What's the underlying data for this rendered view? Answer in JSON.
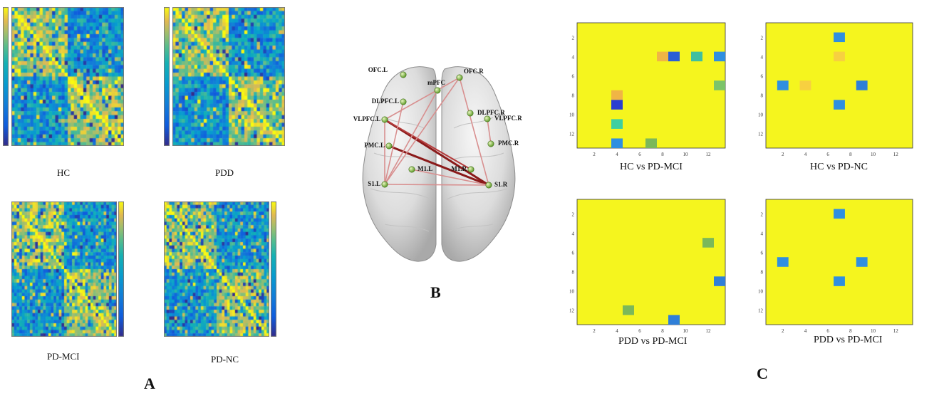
{
  "panels": {
    "a": "A",
    "b": "B",
    "c": "C"
  },
  "panel_a": {
    "matrices": [
      {
        "label": "HC",
        "colorbar_side": "left"
      },
      {
        "label": "PDD",
        "colorbar_side": "left"
      },
      {
        "label": "PD-MCI",
        "colorbar_side": "right"
      },
      {
        "label": "PD-NC",
        "colorbar_side": "right"
      }
    ]
  },
  "panel_b": {
    "nodes": [
      {
        "id": "ofc_l",
        "label": "OFC.L"
      },
      {
        "id": "ofc_r",
        "label": "OFC.R"
      },
      {
        "id": "mpfc",
        "label": "mPFC"
      },
      {
        "id": "dlpfc_l",
        "label": "DLPFC.L"
      },
      {
        "id": "dlpfc_r",
        "label": "DLPFC.R"
      },
      {
        "id": "vlpfc_l",
        "label": "VLPFC.L"
      },
      {
        "id": "vlpfc_r",
        "label": "VLPFC.R"
      },
      {
        "id": "pmc_l",
        "label": "PMC.L"
      },
      {
        "id": "pmc_r",
        "label": "PMC.R"
      },
      {
        "id": "m1_l",
        "label": "M1.L"
      },
      {
        "id": "m1_r",
        "label": "M1.R"
      },
      {
        "id": "s1_l",
        "label": "S1.L"
      },
      {
        "id": "s1_r",
        "label": "S1.R"
      }
    ],
    "edges": [
      {
        "from": "vlpfc_l",
        "to": "s1_r",
        "strength": "strong"
      },
      {
        "from": "pmc_l",
        "to": "s1_r",
        "strength": "strong"
      },
      {
        "from": "vlpfc_l",
        "to": "m1_r",
        "strength": "medium"
      },
      {
        "from": "vlpfc_l",
        "to": "ofc_r",
        "strength": "weak"
      },
      {
        "from": "s1_l",
        "to": "ofc_r",
        "strength": "weak"
      },
      {
        "from": "vlpfc_l",
        "to": "s1_l",
        "strength": "weak"
      },
      {
        "from": "s1_l",
        "to": "s1_r",
        "strength": "weak"
      },
      {
        "from": "m1_l",
        "to": "s1_r",
        "strength": "weak"
      },
      {
        "from": "ofc_r",
        "to": "s1_r",
        "strength": "weak"
      },
      {
        "from": "vlpfc_r",
        "to": "pmc_r",
        "strength": "weak"
      },
      {
        "from": "dlpfc_l",
        "to": "s1_l",
        "strength": "weak"
      },
      {
        "from": "mpfc",
        "to": "s1_l",
        "strength": "weak"
      }
    ]
  },
  "panel_c": {
    "axis_ticks": [
      "2",
      "4",
      "6",
      "8",
      "10",
      "12"
    ],
    "grid_size": 13,
    "background_color": "#f5f51e",
    "charts": [
      {
        "title": "HC vs PD-MCI",
        "cells": [
          {
            "row": 4,
            "col": 8,
            "color": "#f0b545"
          },
          {
            "row": 4,
            "col": 9,
            "color": "#2a5fd6"
          },
          {
            "row": 4,
            "col": 11,
            "color": "#3fbfa0"
          },
          {
            "row": 4,
            "col": 13,
            "color": "#2f8fe0"
          },
          {
            "row": 7,
            "col": 13,
            "color": "#7bc46a"
          },
          {
            "row": 8,
            "col": 4,
            "color": "#f0b545"
          },
          {
            "row": 9,
            "col": 4,
            "color": "#2a3fd0"
          },
          {
            "row": 11,
            "col": 4,
            "color": "#3fcfa0"
          },
          {
            "row": 13,
            "col": 4,
            "color": "#2f8fe0"
          },
          {
            "row": 13,
            "col": 7,
            "color": "#7bb85a"
          }
        ]
      },
      {
        "title": "HC vs PD-NC",
        "cells": [
          {
            "row": 2,
            "col": 7,
            "color": "#2f8fe0"
          },
          {
            "row": 4,
            "col": 7,
            "color": "#f7d040"
          },
          {
            "row": 7,
            "col": 2,
            "color": "#2f8fe0"
          },
          {
            "row": 7,
            "col": 4,
            "color": "#f7d040"
          },
          {
            "row": 7,
            "col": 9,
            "color": "#2f7fd8"
          },
          {
            "row": 9,
            "col": 7,
            "color": "#2f8fe0"
          }
        ]
      },
      {
        "title": "PDD vs PD-MCI",
        "cells": [
          {
            "row": 5,
            "col": 12,
            "color": "#7bb85a"
          },
          {
            "row": 9,
            "col": 13,
            "color": "#2f7fd8"
          },
          {
            "row": 12,
            "col": 5,
            "color": "#7bb85a"
          },
          {
            "row": 13,
            "col": 9,
            "color": "#2f7fd8"
          }
        ]
      },
      {
        "title": "PDD vs PD-MCI",
        "cells": [
          {
            "row": 2,
            "col": 7,
            "color": "#2f8fe0"
          },
          {
            "row": 7,
            "col": 2,
            "color": "#2f8fe0"
          },
          {
            "row": 7,
            "col": 9,
            "color": "#2f8fe0"
          },
          {
            "row": 9,
            "col": 7,
            "color": "#2f8fe0"
          }
        ]
      }
    ]
  }
}
